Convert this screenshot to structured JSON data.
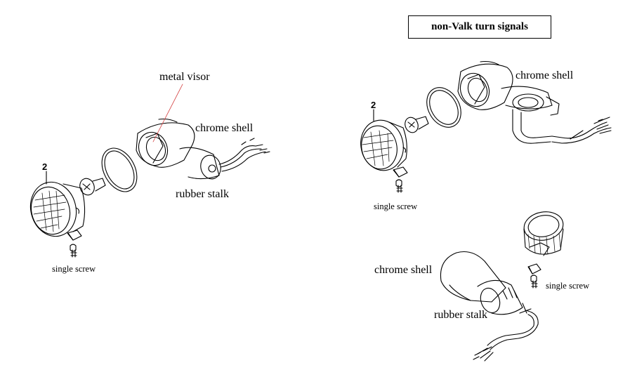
{
  "title": "non-Valk turn signals",
  "left": {
    "part_number": "2",
    "metal_visor": "metal visor",
    "chrome_shell": "chrome shell",
    "rubber_stalk": "rubber stalk",
    "single_screw": "single screw"
  },
  "right_top": {
    "part_number": "2",
    "chrome_shell": "chrome shell",
    "single_screw": "single screw"
  },
  "right_bottom": {
    "chrome_shell": "chrome shell",
    "rubber_stalk": "rubber stalk",
    "single_screw": "single screw"
  }
}
